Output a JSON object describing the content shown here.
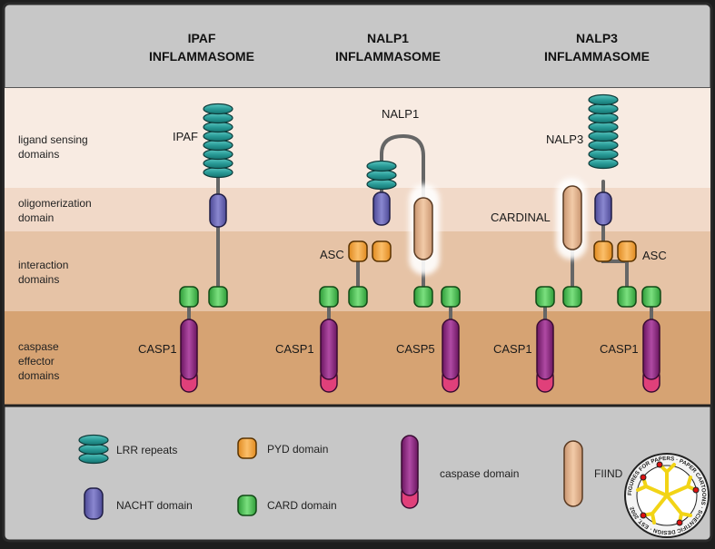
{
  "titles": {
    "ipaf": [
      "IPAF",
      "INFLAMMASOME"
    ],
    "nalp1": [
      "NALP1",
      "INFLAMMASOME"
    ],
    "nalp3": [
      "NALP3",
      "INFLAMMASOME"
    ]
  },
  "bands": {
    "ligand": [
      "ligand sensing",
      "domains"
    ],
    "oligo": [
      "oligomerization",
      "domain"
    ],
    "interaction": [
      "interaction",
      "domains"
    ],
    "effector": [
      "caspase",
      "effector",
      "domains"
    ]
  },
  "proteins": {
    "ipaf": "IPAF",
    "nalp1": "NALP1",
    "nalp3": "NALP3",
    "asc": "ASC",
    "cardinal": "CARDINAL",
    "casp1": "CASP1",
    "casp5": "CASP5"
  },
  "legend": {
    "lrr": "LRR repeats",
    "nacht": "NACHT domain",
    "pyd": "PYD domain",
    "card": "CARD domain",
    "caspase": "caspase domain",
    "fiind": "FIIND"
  },
  "colors": {
    "lrr": "#2a9c98",
    "nacht": "#6b68b8",
    "pyd": "#f2a13a",
    "card": "#4fc45a",
    "caspase": "#8e2880",
    "caspase_tip": "#e0407a",
    "fiind": "#e4b48e",
    "band_ligand": "#f8ebe2",
    "band_oligo": "#f1d9c8",
    "band_interaction": "#e6c3a6",
    "band_effector": "#d6a373",
    "header_bg": "#c7c7c7",
    "linker": "#666666"
  },
  "logo": {
    "text": "FIGURES FOR PAPERS · PAPER CARTOONS · SCIENTIFIC DESIGN · EST. 2002"
  }
}
